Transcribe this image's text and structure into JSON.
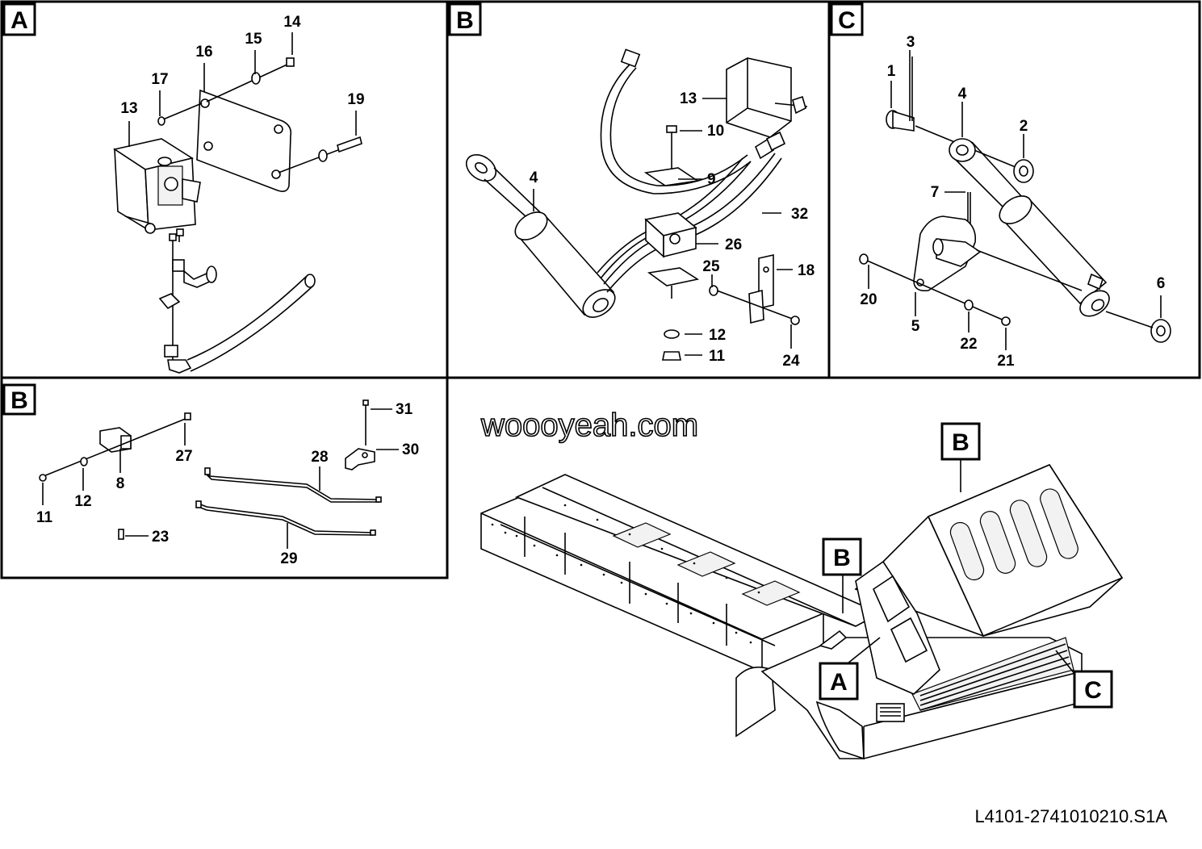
{
  "panels": {
    "a": {
      "letter": "A"
    },
    "b_top": {
      "letter": "B"
    },
    "c": {
      "letter": "C"
    },
    "b_bottom": {
      "letter": "B"
    }
  },
  "callouts": {
    "a": [
      "13",
      "14",
      "15",
      "16",
      "17",
      "19"
    ],
    "b_top": [
      "4",
      "9",
      "10",
      "11",
      "12",
      "13",
      "18",
      "24",
      "25",
      "26",
      "32"
    ],
    "c": [
      "1",
      "2",
      "3",
      "4",
      "5",
      "6",
      "7",
      "20",
      "21",
      "22"
    ],
    "b_bottom": [
      "8",
      "11",
      "12",
      "23",
      "27",
      "28",
      "29",
      "30",
      "31"
    ]
  },
  "machine_view": {
    "markers": [
      "B",
      "B",
      "A",
      "C"
    ]
  },
  "watermark": "woooyeah.com",
  "drawing_code": "L4101-2741010210.S1A"
}
